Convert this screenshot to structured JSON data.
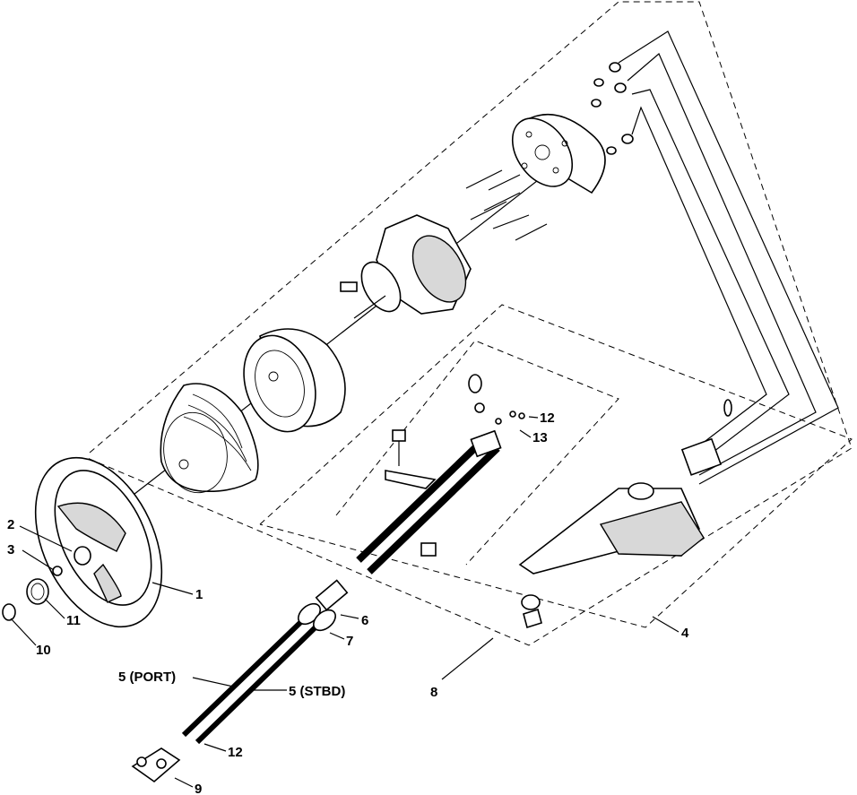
{
  "callouts": {
    "c1": "1",
    "c2": "2",
    "c3": "3",
    "c4": "4",
    "c5port": "5 (PORT)",
    "c5stbd": "5 (STBD)",
    "c6": "6",
    "c7": "7",
    "c8": "8",
    "c9": "9",
    "c10": "10",
    "c11": "11",
    "c12a": "12",
    "c12b": "12",
    "c13": "13"
  }
}
